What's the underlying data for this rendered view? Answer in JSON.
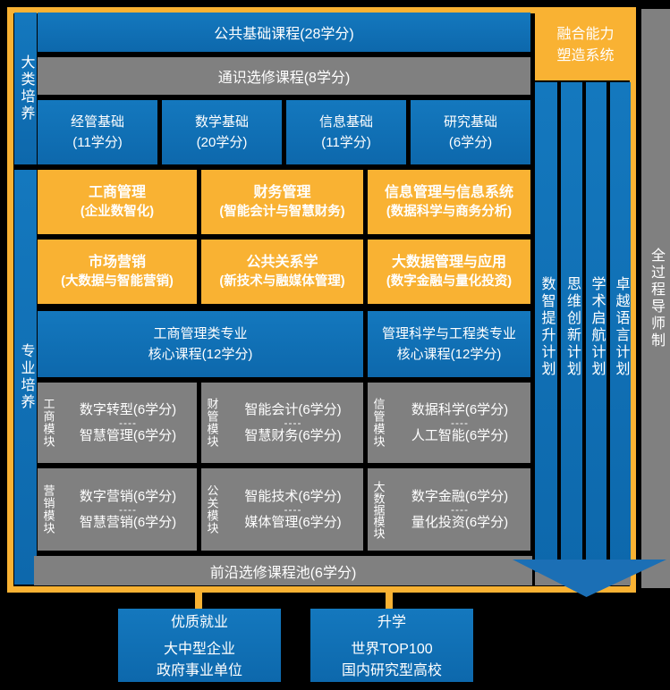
{
  "colors": {
    "blue": "#1171b8",
    "orange": "#f9b233",
    "gray": "#808080",
    "background": "#000000",
    "text": "#ffffff",
    "arrow_blue": "#1b6fb5"
  },
  "left_rail": {
    "top": "大类培养",
    "bottom": "专业培养"
  },
  "general": {
    "public_courses": "公共基础课程(28学分)",
    "elective_courses": "通识选修课程(8学分)",
    "foundations": [
      {
        "line1": "经管基础",
        "line2": "(11学分)"
      },
      {
        "line1": "数学基础",
        "line2": "(20学分)"
      },
      {
        "line1": "信息基础",
        "line2": "(11学分)"
      },
      {
        "line1": "研究基础",
        "line2": "(6学分)"
      }
    ]
  },
  "majors": {
    "row1": [
      {
        "title": "工商管理",
        "subtitle": "(企业数智化)"
      },
      {
        "title": "财务管理",
        "subtitle": "(智能会计与智慧财务)"
      },
      {
        "title": "信息管理与信息系统",
        "subtitle": "(数据科学与商务分析)"
      }
    ],
    "row2": [
      {
        "title": "市场营销",
        "subtitle": "(大数据与智能营销)"
      },
      {
        "title": "公共关系学",
        "subtitle": "(新技术与融媒体管理)"
      },
      {
        "title": "大数据管理与应用",
        "subtitle": "(数字金融与量化投资)"
      }
    ]
  },
  "core_courses": [
    {
      "line1": "工商管理类专业",
      "line2": "核心课程(12学分)"
    },
    {
      "line1": "管理科学与工程类专业",
      "line2": "核心课程(12学分)"
    }
  ],
  "module_separator": "----",
  "modules": {
    "row1": [
      {
        "label": "工商模块",
        "course1": "数字转型(6学分)",
        "course2": "智慧管理(6学分)"
      },
      {
        "label": "财管模块",
        "course1": "智能会计(6学分)",
        "course2": "智慧财务(6学分)"
      },
      {
        "label": "信管模块",
        "course1": "数据科学(6学分)",
        "course2": "人工智能(6学分)"
      }
    ],
    "row2": [
      {
        "label": "营销模块",
        "course1": "数字营销(6学分)",
        "course2": "智慧营销(6学分)"
      },
      {
        "label": "公关模块",
        "course1": "智能技术(6学分)",
        "course2": "媒体管理(6学分)"
      },
      {
        "label": "大数据模块",
        "course1": "数字金融(6学分)",
        "course2": "量化投资(6学分)"
      }
    ]
  },
  "frontier_pool": "前沿选修课程池(6学分)",
  "right_panel": {
    "header_line1": "融合能力",
    "header_line2": "塑造系统",
    "programs": [
      "数智提升计划",
      "思维创新计划",
      "学术启航计划",
      "卓越语言计划"
    ],
    "mentor": "全过程导师制"
  },
  "outcomes": [
    {
      "title": "优质就业",
      "line1": "大中型企业",
      "line2": "政府事业单位"
    },
    {
      "title": "升学",
      "line1": "世界TOP100",
      "line2": "国内研究型高校"
    }
  ]
}
